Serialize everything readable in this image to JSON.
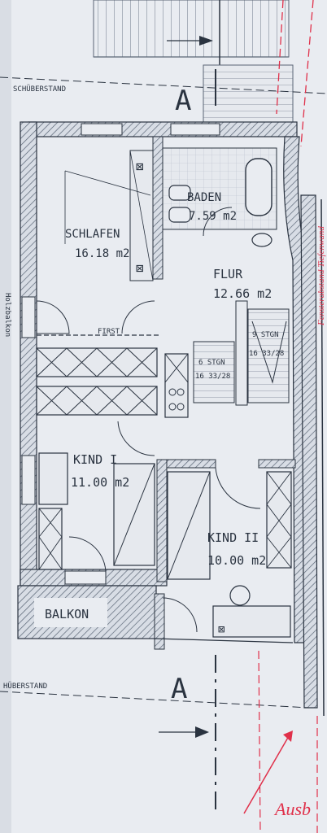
{
  "rooms": {
    "schlafen": {
      "name": "SCHLAFEN",
      "area": "16.18 m2"
    },
    "baden": {
      "name": "BADEN",
      "area": "7.59 m2"
    },
    "flur": {
      "name": "FLUR",
      "area": "12.66 m2"
    },
    "kind1": {
      "name": "KIND I",
      "area": "11.00 m2"
    },
    "kind2": {
      "name": "KIND II",
      "area": "10.00 m2"
    },
    "balkon": {
      "name": "BALKON"
    }
  },
  "annotations": {
    "first": "FIRST",
    "stairs_left": {
      "line1": "6 STGN",
      "line2": "16 33/28"
    },
    "stairs_right": {
      "line1": "9 STGN",
      "line2": "16 33/28"
    },
    "overhang_top": "SCHÜBERSTAND",
    "overhang_bottom": "HÜBERSTAND",
    "section_mark": "A",
    "side_text": "Holzbalkon",
    "red_vertical": "Fensterabstand Tiefenwand",
    "red_bottom": "Ausb"
  },
  "colors": {
    "paper": "#e9ecf1",
    "ink": "#2a3340",
    "hatch": "#5a6575",
    "red": "#e0304a"
  }
}
